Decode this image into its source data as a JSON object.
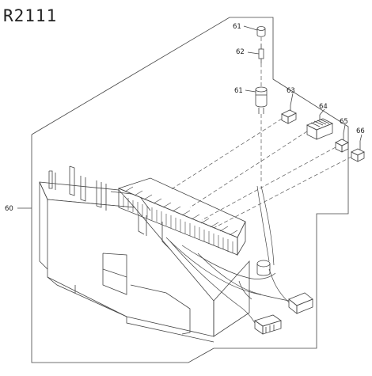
{
  "diagram": {
    "title": "R2111",
    "part_labels": {
      "p60": "60",
      "p61a": "61",
      "p61b": "61",
      "p62": "62",
      "p63": "63",
      "p64": "64",
      "p65": "65",
      "p66": "66"
    }
  },
  "colors": {
    "line": "#444444",
    "background": "#ffffff"
  }
}
